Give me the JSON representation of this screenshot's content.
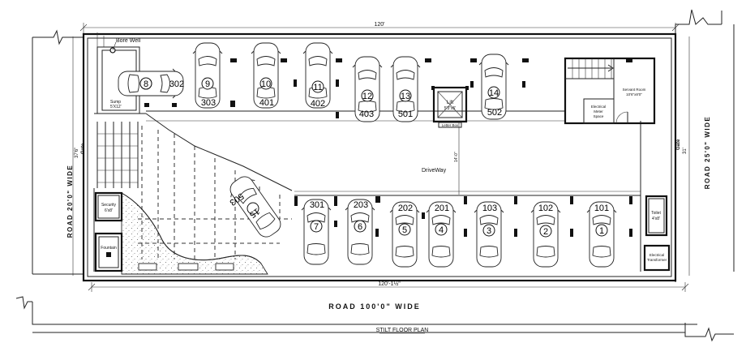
{
  "plan_title": "STILT FLOOR PLAN",
  "roads": {
    "bottom": "ROAD 100'0\" WIDE",
    "left": "ROAD 20'0\" WIDE",
    "right": "ROAD 25'0\" WIDE"
  },
  "dimensions": {
    "top": "120'",
    "bottom": "120'-1½\"",
    "left": "37'6\"",
    "right": "31'",
    "driveway_width": "14'-0\""
  },
  "labels": {
    "bore_well": "Bore Well",
    "sump": "Sump",
    "sump_size": "5'X12'",
    "lift": "Lift",
    "lift_size": "5'3\"x5'",
    "letter_box": "Letter Box",
    "driveway": "DriveWay",
    "security": "Security",
    "security_size": "6'x8'",
    "fountain": "Fountain",
    "gate_left": "Gate",
    "gate_right": "Gate",
    "servant_room": "Servant Room",
    "servant_room_size": "10'6\"x8'0\"",
    "electrical_meter": "Electrical",
    "electrical_meter_2": "Meter",
    "electrical_meter_3": "Space",
    "toilet": "Toilet",
    "toilet_size": "4'x8'",
    "transformer": "Electrical",
    "transformer_2": "Transformer"
  },
  "top_row": [
    {
      "no": "8",
      "flat": "302"
    },
    {
      "no": "9",
      "flat": "303"
    },
    {
      "no": "10",
      "flat": "401"
    },
    {
      "no": "11",
      "flat": "402"
    },
    {
      "no": "12",
      "flat": "403"
    },
    {
      "no": "13",
      "flat": "501"
    },
    {
      "no": "14",
      "flat": "502"
    }
  ],
  "bottom_row": [
    {
      "no": "7",
      "flat": "301"
    },
    {
      "no": "6",
      "flat": "203"
    },
    {
      "no": "5",
      "flat": "202"
    },
    {
      "no": "4",
      "flat": "201"
    },
    {
      "no": "3",
      "flat": "103"
    },
    {
      "no": "2",
      "flat": "102"
    },
    {
      "no": "1",
      "flat": "101"
    }
  ],
  "ramp_car": {
    "no": "15",
    "flat": "503"
  }
}
